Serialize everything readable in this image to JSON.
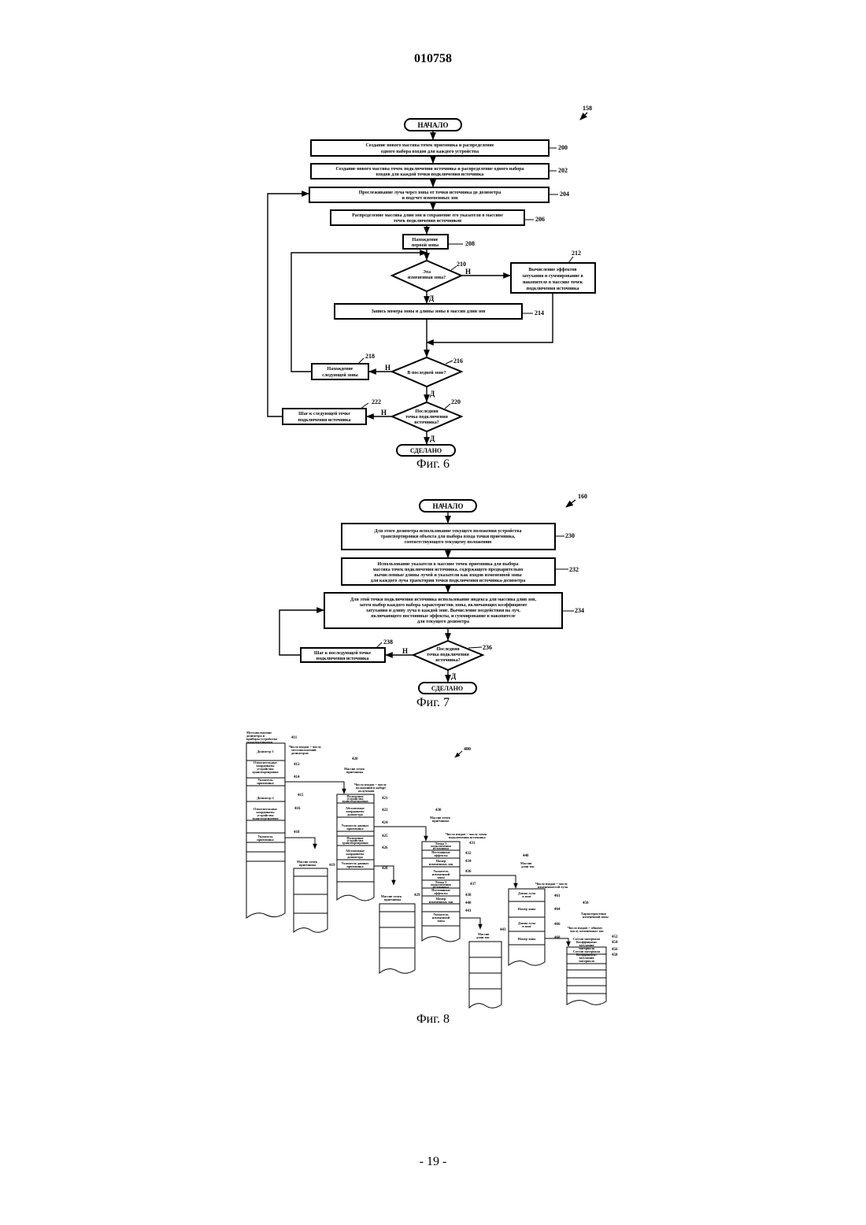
{
  "header": {
    "doc_number": "010758"
  },
  "fig6": {
    "ref": "158",
    "caption": "Фиг. 6",
    "start": "НАЧАЛО",
    "end": "СДЕЛАНО",
    "yes": "Д",
    "no": "Н",
    "s200": {
      "num": "200",
      "l1": "Создание нового массива точек приемника и распределение",
      "l2": "одного набора входов для каждого устройства"
    },
    "s202": {
      "num": "202",
      "l1": "Создание нового массива точек подключения источника и распределение одного набора",
      "l2": "входов для каждой точки подключения источника"
    },
    "s204": {
      "num": "204",
      "l1": "Прослеживание луча через зоны от точки источника до дозиметра",
      "l2": "и подсчет измененных зон"
    },
    "s206": {
      "num": "206",
      "l1": "Распределение массива длин зон и сохранение его указателя в массиве",
      "l2": "точек подключения источников"
    },
    "s208": {
      "num": "208",
      "l1": "Нахождение",
      "l2": "первой зоны"
    },
    "d210": {
      "num": "210",
      "l1": "Эта",
      "l2": "измененная зона?"
    },
    "s212": {
      "num": "212",
      "l1": "Вычисление эффектов",
      "l2": "затухания и суммирование в",
      "l3": "накопителе в массиве точек",
      "l4": "подключения источника"
    },
    "s214": {
      "num": "214",
      "l1": "Запись номера зоны и длины зоны в массив длин зон"
    },
    "d216": {
      "num": "216",
      "l1": "В последней зоне?"
    },
    "s218": {
      "num": "218",
      "l1": "Нахождение",
      "l2": "следующей зоны"
    },
    "d220": {
      "num": "220",
      "l1": "Последняя",
      "l2": "точка подключения",
      "l3": "источника?"
    },
    "s222": {
      "num": "222",
      "l1": "Шаг к следующей точке",
      "l2": "подключения источника"
    }
  },
  "fig7": {
    "ref": "160",
    "caption": "Фиг. 7",
    "start": "НАЧАЛО",
    "end": "СДЕЛАНО",
    "yes": "Д",
    "no": "Н",
    "s230": {
      "num": "230",
      "l1": "Для этого дозиметра использование текущего положения устройства",
      "l2": "транспортировки объекта для выбора входа точки приемника,",
      "l3": "соответствующего текущему положению"
    },
    "s232": {
      "num": "232",
      "l1": "Использование указателя в массиве точек приемника для выбора",
      "l2": "массива точек подключения источника, содержащего предварительно",
      "l3": "вычисленные длины лучей и указатели как входов измененной зоны",
      "l4": "для каждого луча траектории точки подключения источника-дозиметра"
    },
    "s234": {
      "num": "234",
      "l1": "Для этой точки подключения источника использование индекса для массива длин зон,",
      "l2": "затем выбор каждого набора характеристик зоны, включающих коэффициент",
      "l3": "затухания и длину луча в каждой зоне. Вычисление воздействия на луч,",
      "l4": "включающего постоянные эффекты, и суммирование в накопителе",
      "l5": "для текущего дозиметра"
    },
    "d236": {
      "num": "236",
      "l1": "Последняя",
      "l2": "точка подключения",
      "l3": "источника?"
    },
    "s238": {
      "num": "238",
      "l1": "Шаг к последующей точке",
      "l2": "подключения источника"
    }
  },
  "fig8": {
    "ref": "400",
    "caption": "Фиг. 8",
    "c1": {
      "head1": "Местоположение",
      "head2": "дозиметра и",
      "head3": "приборы устройства",
      "head4": "транспортировки",
      "head_num": "411",
      "note1": "Число входов = числу",
      "note2": "местоположений",
      "note3": "дозиметров",
      "r1": "Дозиметр 1",
      "r2a": "Относительные",
      "r2b": "координаты",
      "r2c": "устройства",
      "r2d": "транспортировки",
      "r2_num": "412",
      "r3a": "Указатель",
      "r3b": "приемника",
      "r3_num": "414",
      "r4": "Дозиметр 2",
      "r4_num": "415",
      "r5a": "Относительные",
      "r5b": "координаты",
      "r5c": "устройства",
      "r5d": "транспортировки",
      "r5_num": "416",
      "r6a": "Указатель",
      "r6b": "приемника",
      "r6_num": "418"
    },
    "c2": {
      "num": "420",
      "title1": "Массив точек",
      "title2": "приемника",
      "note1": "Число входов = числу",
      "note2": "положений в наборе",
      "note3": "получения",
      "r1a": "Положение",
      "r1b": "устройства",
      "r1c": "транспортировки",
      "r1_num": "421",
      "r2a": "Абсолютные",
      "r2b": "координаты",
      "r2c": "дозиметра",
      "r2_num": "422",
      "r3a": "Указатель данных",
      "r3b": "приемника",
      "r3_num": "424",
      "r4a": "Положение",
      "r4b": "устройства",
      "r4c": "транспортировки",
      "r4_num": "425",
      "r5a": "Абсолютные",
      "r5b": "координаты",
      "r5c": "дозиметра",
      "r5_num": "426",
      "r6a": "Указатель данных",
      "r6b": "приемника",
      "r6_num": "428",
      "sub1": "Массив точек",
      "sub2": "приемника",
      "sub_num": "419"
    },
    "c3": {
      "num": "430",
      "title1": "Массив точек",
      "title2": "приемника",
      "note1": "Число входов = числу точек",
      "note2": "подключения источника",
      "r1a": "Точка 1",
      "r1b": "подключения",
      "r1c": "источника",
      "r1_num": "431",
      "r2a": "Постоянные",
      "r2b": "эффекты",
      "r2_num": "432",
      "r3a": "Номер",
      "r3b": "измененных зон",
      "r3_num": "434",
      "r4a": "Указатель",
      "r4b": "измененной",
      "r4c": "зоны",
      "r4_num": "436",
      "r5a": "Точка 2",
      "r5b": "подключения",
      "r5c": "источника",
      "r5_num": "437",
      "r6a": "Постоянные",
      "r6b": "эффекты",
      "r6_num": "438",
      "r7a": "Номер",
      "r7b": "измененных зон",
      "r7_num": "440",
      "r8a": "Указатель",
      "r8b": "измененной",
      "r8c": "зоны",
      "r8_num": "441",
      "sub1": "Массив точек",
      "sub2": "приемника",
      "sub_num": "429"
    },
    "c4": {
      "num": "440",
      "title1": "Массив",
      "title2": "длин зон",
      "note1": "Число входов = числу",
      "note2": "измененностей луча",
      "r1a": "Длина луча",
      "r1b": "в зоне",
      "r1_num": "461",
      "r2": "Номер зоны",
      "r2_num": "464",
      "r3a": "Длина луча",
      "r3b": "в зоне",
      "r3_num": "466",
      "r4": "Номер зоны",
      "r4_num": "468",
      "sub1": "Массив",
      "sub2": "длин зон",
      "sub_num": "443"
    },
    "c5": {
      "num": "450",
      "title1": "Характеристики",
      "title2": "измененной зоны",
      "note1": "Число входов = общему",
      "note2": "числу измененных зон",
      "r1a": "Состав материала",
      "r1b": "Коэффициент",
      "r1c": "затухания",
      "r1d": "материала",
      "r1_num": "452",
      "r2_num": "454",
      "r3a": "Состав материала",
      "r3b": "Коэффициент",
      "r3c": "затухания",
      "r3d": "материала",
      "r3_num": "456",
      "r4_num": "458"
    }
  },
  "footer": {
    "page": "- 19 -"
  }
}
